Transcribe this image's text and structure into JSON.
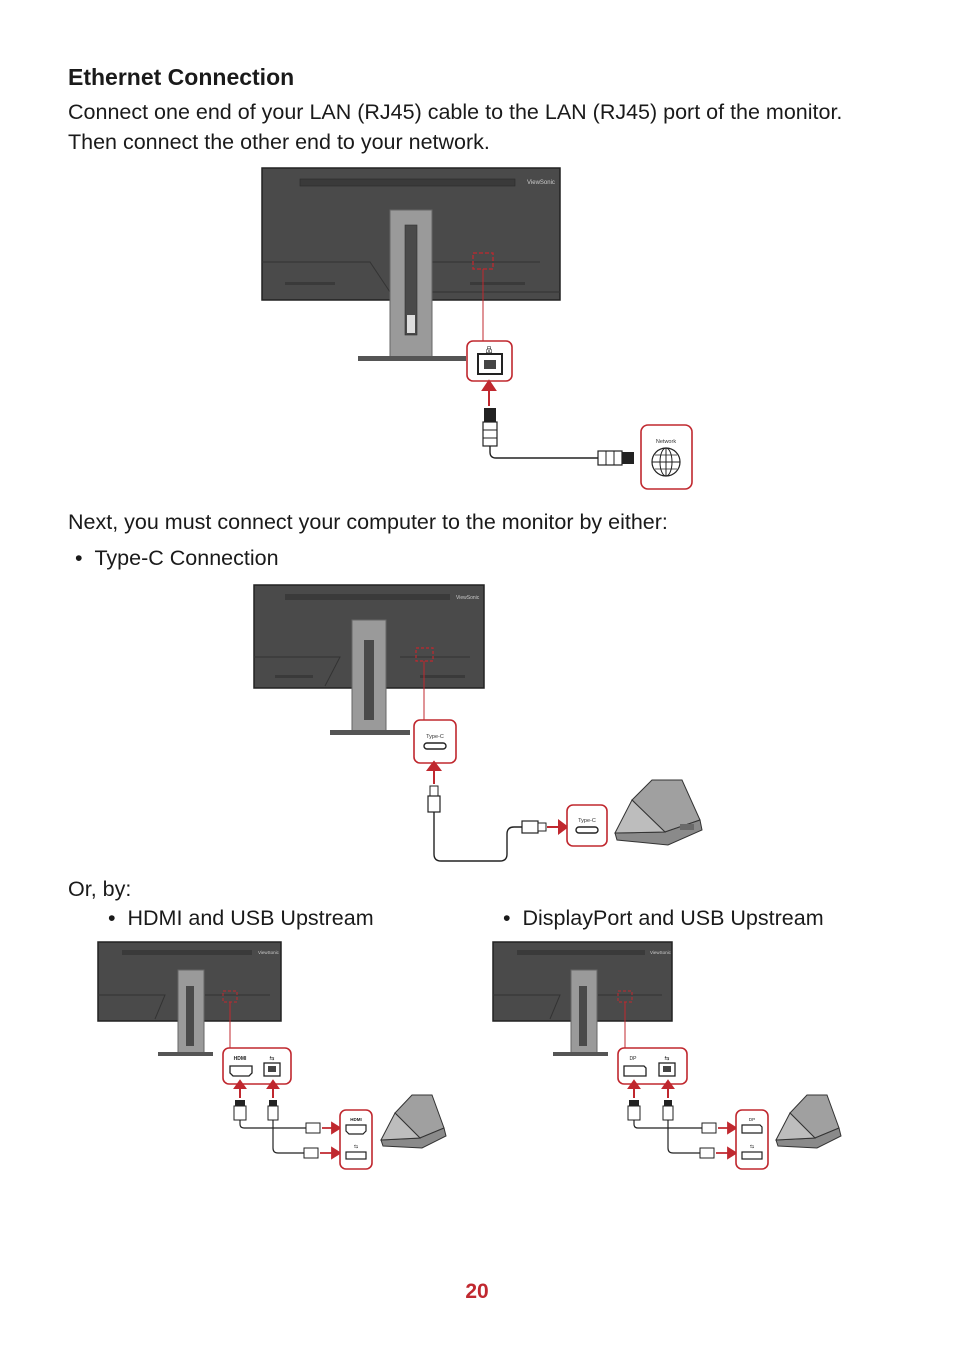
{
  "ethernet": {
    "heading": "Ethernet Connection",
    "line1": "Connect one end of your LAN (RJ45) cable to the LAN (RJ45) port of the monitor.",
    "line2": "Then connect the other end to your network.",
    "network_label": "Network"
  },
  "next_text": "Next, you must connect your computer to the monitor by either:",
  "typec": {
    "bullet": "Type-C Connection",
    "monitor_port_label": "Type-C",
    "laptop_port_label": "Type-C"
  },
  "or_text": "Or, by:",
  "hdmi": {
    "bullet": "HDMI and USB Upstream",
    "port_label": "HDMI"
  },
  "dp": {
    "bullet": "DisplayPort and USB Upstream",
    "port_label": "DP",
    "laptop_port_label": "DP"
  },
  "brand": "ViewSonic",
  "page_number": "20",
  "colors": {
    "accent": "#c0282f",
    "monitor": "#4a4a4a",
    "stand": "#9a9a9a"
  }
}
